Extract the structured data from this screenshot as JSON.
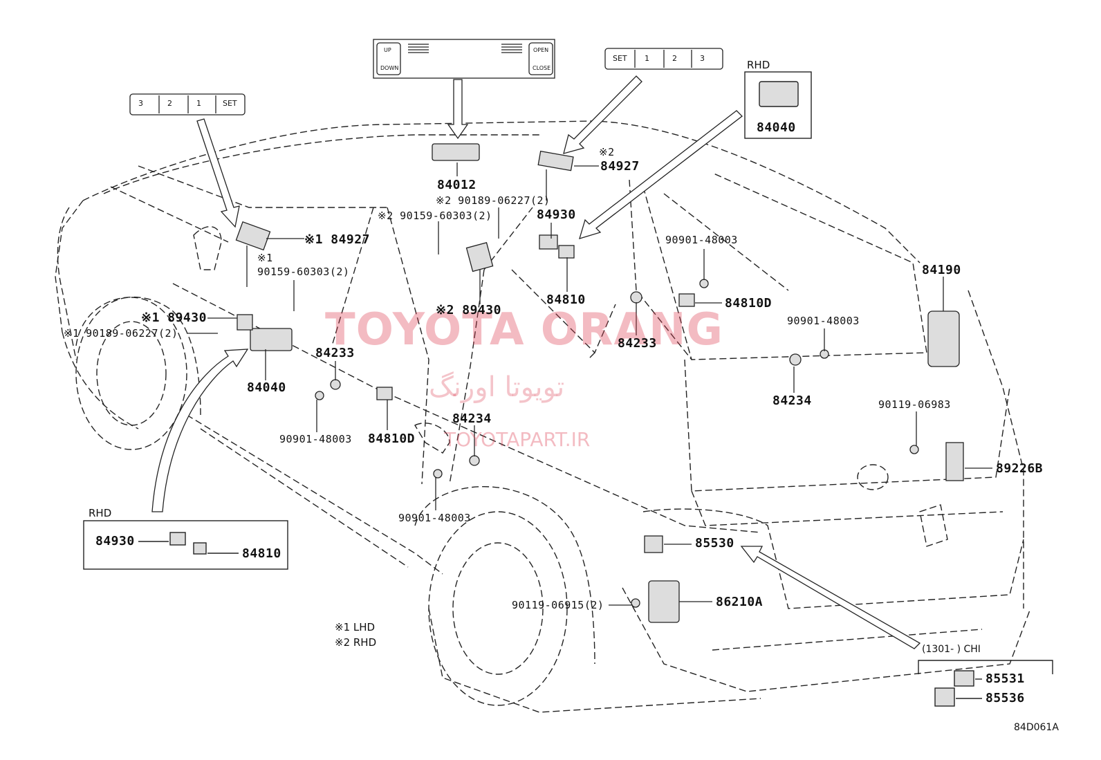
{
  "diagram_code": "84D061A",
  "legend": {
    "lhd": "※1  LHD",
    "rhd": "※2  RHD"
  },
  "watermark": {
    "main": "TOYOTA ORANG",
    "farsi": "تویوتا اورنگ",
    "url": "TOYOTAPART.IR"
  },
  "panels": {
    "rhd_top_label": "RHD",
    "rhd_top_part": "84040",
    "rhd_bottom_label": "RHD",
    "rhd_bottom_parts": [
      "84930",
      "84810"
    ],
    "chi_label": "(1301-        ) CHI",
    "chi_parts": [
      "85531",
      "85536"
    ]
  },
  "switch_insets": {
    "seat_memory_left": [
      "3",
      "2",
      "1",
      "SET"
    ],
    "seat_memory_right": [
      "SET",
      "1",
      "2",
      "3"
    ],
    "roof_console": {
      "left_top": "UP",
      "left_bottom": "DOWN",
      "right_top": "OPEN",
      "right_bottom": "CLOSE"
    }
  },
  "callouts": {
    "p84012": "84012",
    "p84927_rhd_prefix": "※2",
    "p84927_rhd": "84927",
    "p90189_top": "※2 90189-06227(2)",
    "p90159_top": "※2 90159-60303(2)",
    "p84930": "84930",
    "p84927_lhd": "※1 84927",
    "p90159_lhd_prefix": "※1",
    "p90159_lhd": "90159-60303(2)",
    "p89430_lhd": "※1 89430",
    "p90189_lhd": "※1 90189-06227(2)",
    "p84040": "84040",
    "p84233_mid": "84233",
    "p90901_a": "90901-48003",
    "p84810d_mid": "84810D",
    "p84234_mid": "84234",
    "p90901_b": "90901-48003",
    "p89430_rhd": "※2 89430",
    "p84810": "84810",
    "p90901_c": "90901-48003",
    "p84810d_right": "84810D",
    "p84233_right": "84233",
    "p90901_d": "90901-48003",
    "p84234_right": "84234",
    "p84190": "84190",
    "p90119_06983": "90119-06983",
    "p89226b": "89226B",
    "p85530": "85530",
    "p86210a": "86210A",
    "p90119_06915": "90119-06915(2)"
  }
}
